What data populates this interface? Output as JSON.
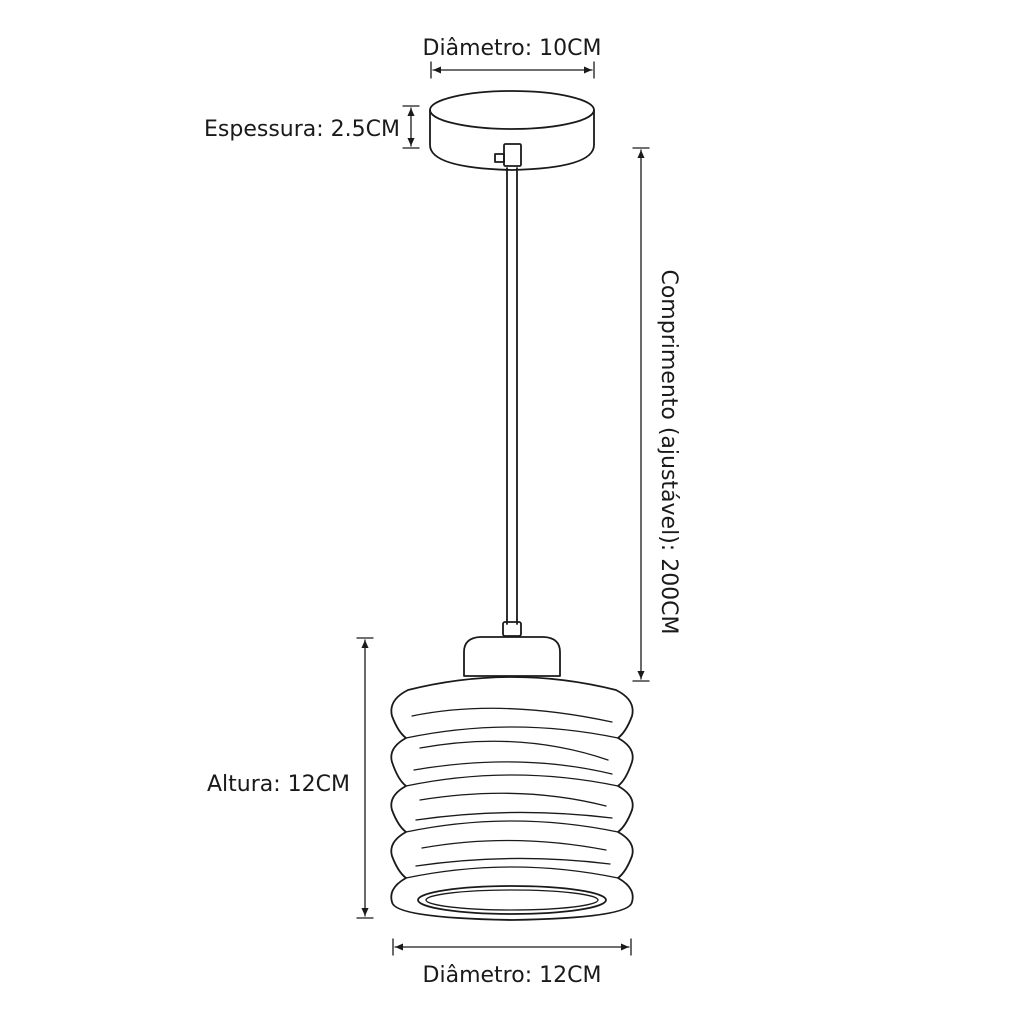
{
  "dimensions": {
    "canopy_diameter": "Diâmetro: 10CM",
    "canopy_thickness": "Espessura: 2.5CM",
    "cable_length": "Comprimento (ajustável): 200CM",
    "shade_height": "Altura: 12CM",
    "shade_diameter": "Diâmetro: 12CM"
  },
  "colors": {
    "line": "#1a1a1a",
    "background": "#ffffff"
  }
}
